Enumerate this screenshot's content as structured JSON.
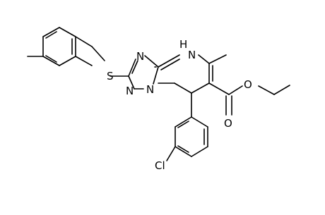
{
  "molecule": {
    "atom_labels": {
      "sulfur": "S",
      "nh": "H",
      "n_amine": "N",
      "n_ring_top": "N",
      "n_ring_bridge": "N",
      "n_ring_left": "N",
      "o_ester": "O",
      "o_carbonyl": "O",
      "chlorine": "Cl"
    }
  }
}
